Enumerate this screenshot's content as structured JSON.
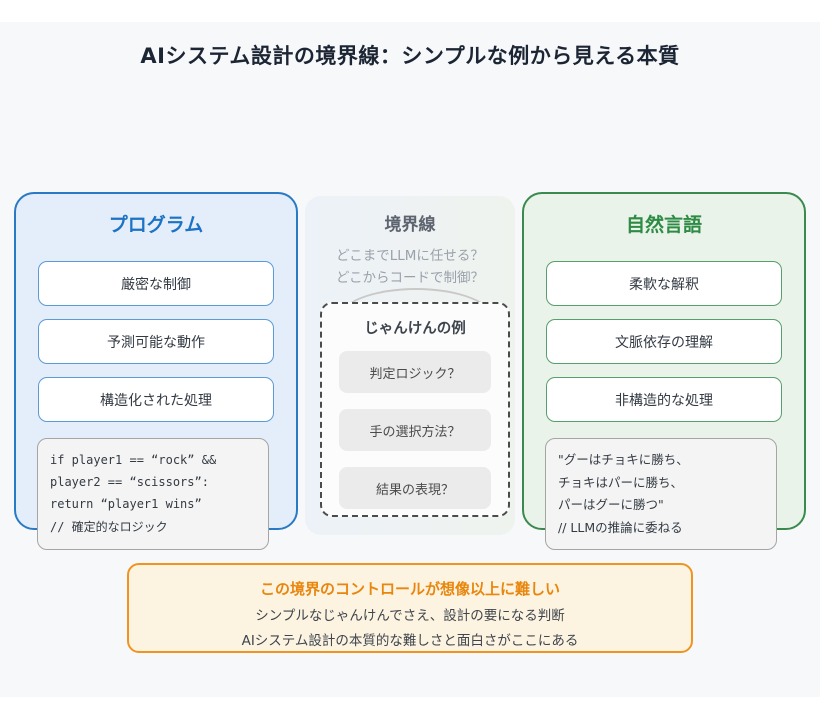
{
  "page": {
    "title": "AIシステム設計の境界線：シンプルな例から見える本質"
  },
  "program_panel": {
    "title": "プログラム",
    "items": [
      "厳密な制御",
      "予測可能な動作",
      "構造化された処理"
    ],
    "code_lines": [
      "if player1 == “rock” &&",
      "player2 == “scissors”:",
      "return “player1 wins”",
      "// 確定的なロジック"
    ]
  },
  "boundary_panel": {
    "title": "境界線",
    "subtitle_line1": "どこまでLLMに任せる？",
    "subtitle_line2": "どこからコードで制御？",
    "example": {
      "title": "じゃんけんの例",
      "items": [
        "判定ロジック？",
        "手の選択方法？",
        "結果の表現？"
      ]
    }
  },
  "natural_language_panel": {
    "title": "自然言語",
    "items": [
      "柔軟な解釈",
      "文脈依存の理解",
      "非構造的な処理"
    ],
    "quote_lines": [
      "\"グーはチョキに勝ち、",
      "チョキはパーに勝ち、",
      "パーはグーに勝つ\"",
      "// LLMの推論に委ねる"
    ]
  },
  "conclusion": {
    "title": "この境界のコントロールが想像以上に難しい",
    "line1": "シンプルなじゃんけんでさえ、設計の要になる判断",
    "line2": "AIシステム設計の本質的な難しさと面白さがここにある"
  },
  "colors": {
    "blue_accent": "#1c72c4",
    "green_accent": "#2e8b44",
    "orange_accent": "#e8860d",
    "card_background": "#f7f8fa"
  }
}
